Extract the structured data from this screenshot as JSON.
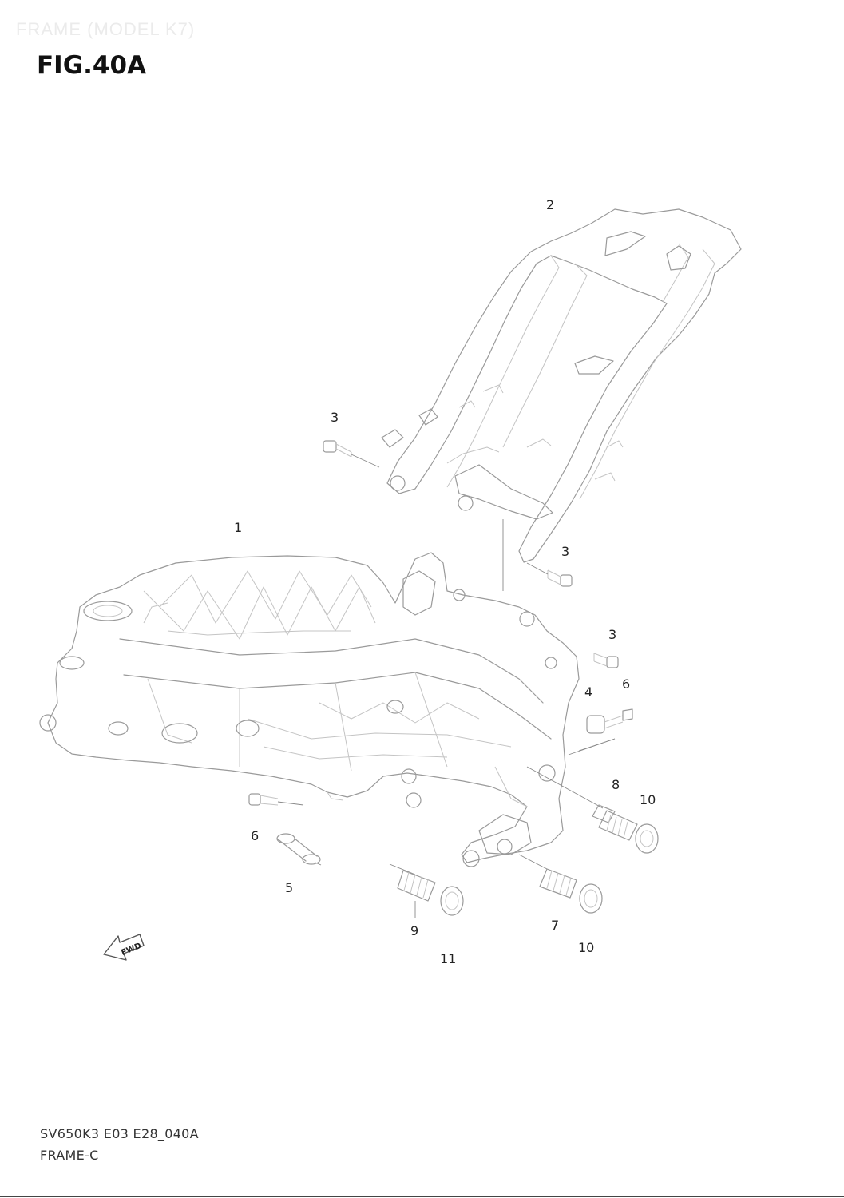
{
  "header": {
    "section_title": "FRAME (MODEL K7)",
    "figure_title": "FIG.40A"
  },
  "callouts": {
    "c1": "1",
    "c2": "2",
    "c3a": "3",
    "c3b": "3",
    "c3c": "3",
    "c4": "4",
    "c5": "5",
    "c6a": "6",
    "c6b": "6",
    "c7": "7",
    "c8": "8",
    "c9": "9",
    "c10a": "10",
    "c10b": "10",
    "c11": "11"
  },
  "fwd_mark": "FWD",
  "footer": {
    "drawing_code": "SV650K3 E03 E28_040A",
    "drawing_name": "FRAME-C"
  }
}
